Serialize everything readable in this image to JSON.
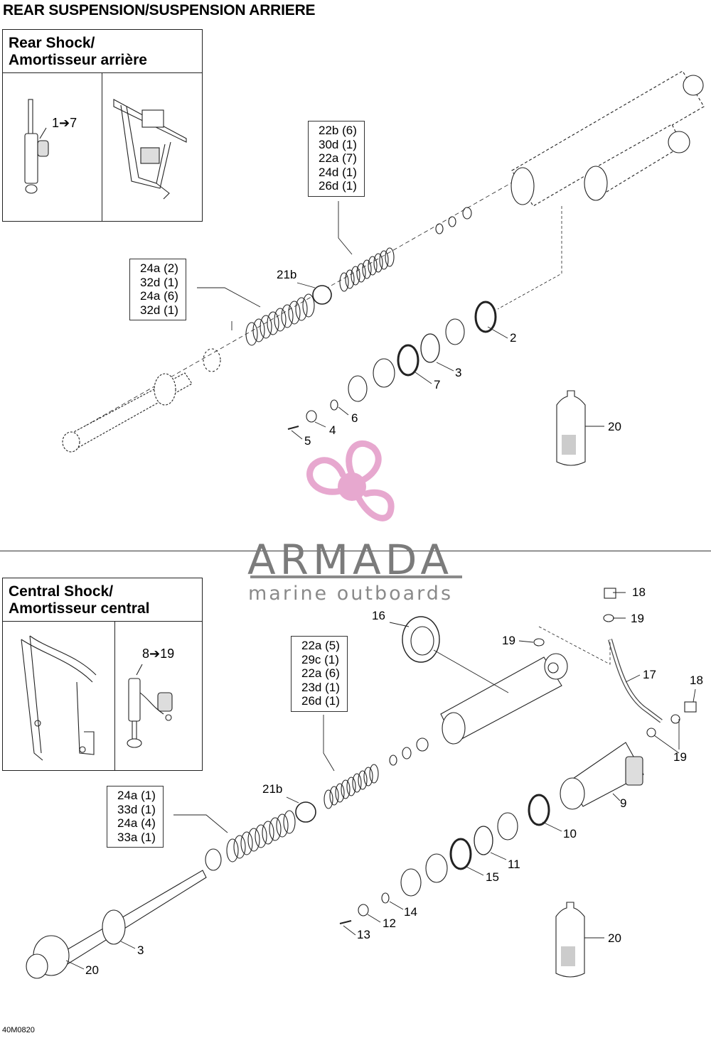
{
  "page": {
    "title": "REAR SUSPENSION/SUSPENSION ARRIERE",
    "code": "40M0820"
  },
  "watermark": {
    "name": "ARMADA",
    "tagline": "marine outboards",
    "color": "#e7a8cf"
  },
  "rear": {
    "heading_line1": "Rear Shock/",
    "heading_line2": "Amortisseur arrière",
    "thumb_label": "1➔7",
    "callout_right": [
      "22b (6)",
      "30d (1)",
      "22a (7)",
      "24d (1)",
      "26d (1)"
    ],
    "callout_left": [
      "24a (2)",
      "32d (1)",
      "24a (6)",
      "32d (1)"
    ],
    "labels": {
      "l21b": "21b",
      "l2": "2",
      "l3": "3",
      "l7": "7",
      "l6": "6",
      "l4": "4",
      "l5": "5",
      "l20": "20"
    }
  },
  "central": {
    "heading_line1": "Central Shock/",
    "heading_line2": "Amortisseur central",
    "thumb_label": "8➔19",
    "callout_right": [
      "22a (5)",
      "29c (1)",
      "22a (6)",
      "23d (1)",
      "26d (1)"
    ],
    "callout_left": [
      "24a (1)",
      "33d (1)",
      "24a (4)",
      "33a (1)"
    ],
    "labels": {
      "l16": "16",
      "l18a": "18",
      "l19a": "19",
      "l19b": "19",
      "l17": "17",
      "l18b": "18",
      "l19c": "19",
      "l21b": "21b",
      "l9": "9",
      "l10": "10",
      "l11": "11",
      "l15": "15",
      "l14": "14",
      "l12": "12",
      "l13": "13",
      "l3": "3",
      "l20a": "20",
      "l20b": "20"
    }
  }
}
